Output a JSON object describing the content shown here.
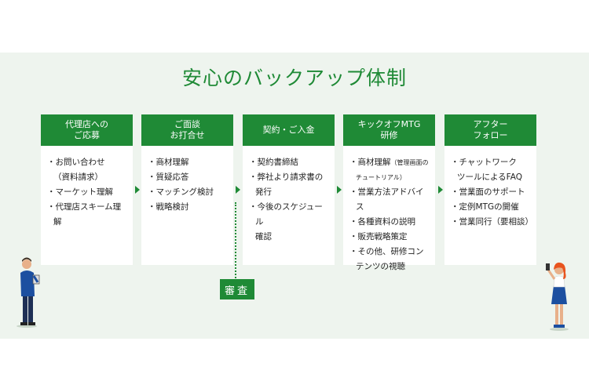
{
  "title": "安心のバックアップ体制",
  "steps": [
    {
      "header": "代理店への\nご応募",
      "items": [
        "・お問い合わせ\n（資料請求）",
        "・マーケット理解",
        "・代理店スキーム理解"
      ]
    },
    {
      "header": "ご面談\nお打合せ",
      "items": [
        "・商材理解",
        "・質疑応答",
        "・マッチング検討",
        "・戦略検討"
      ]
    },
    {
      "header": "契約・ご入金",
      "items": [
        "・契約書締結",
        "・弊社より請求書の\n発行",
        "・今後のスケジュール\n確認"
      ]
    },
    {
      "header": "キックオフMTG\n研修",
      "items": [
        "・商材理解",
        "・営業方法アドバイス",
        "・各種資料の説明",
        "・販売戦略策定",
        "・その他、研修コン\nテンツの視聴"
      ],
      "note": "（管理画面の\nチュートリアル）"
    },
    {
      "header": "アフター\nフォロー",
      "items": [
        "・チャットワーク\nツールによるFAQ",
        "・営業面のサポート",
        "・定例MTGの開催",
        "・営業同行（要相談）"
      ]
    }
  ],
  "review_label": "審査",
  "colors": {
    "accent": "#1f8a36",
    "panel_bg": "#eef4ee",
    "figure_blue": "#1c4fa0"
  }
}
